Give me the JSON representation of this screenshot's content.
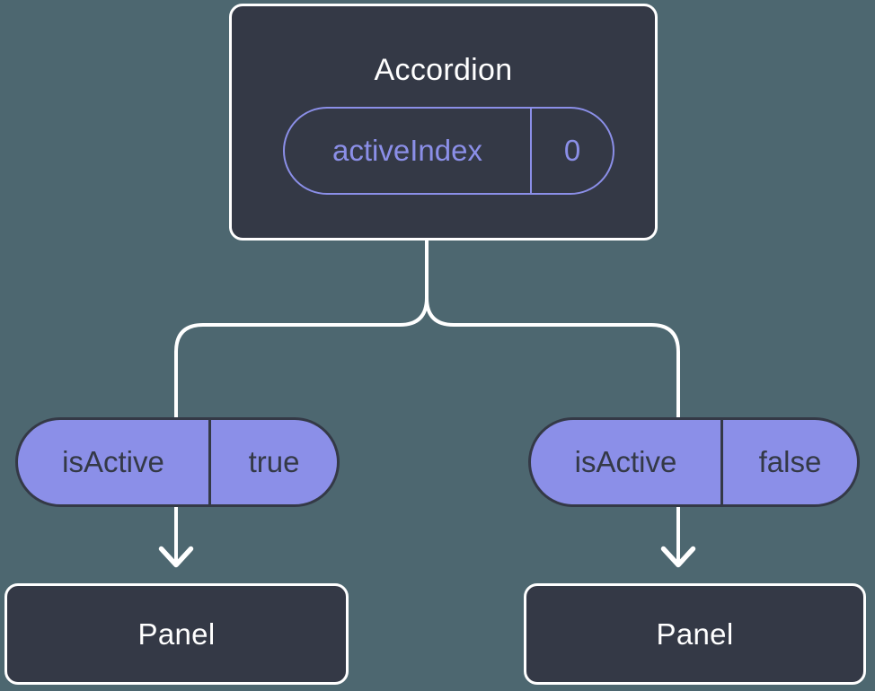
{
  "diagram": {
    "root": {
      "title": "Accordion",
      "state": {
        "name": "activeIndex",
        "value": "0"
      }
    },
    "branches": [
      {
        "prop": {
          "name": "isActive",
          "value": "true"
        },
        "child": {
          "title": "Panel"
        }
      },
      {
        "prop": {
          "name": "isActive",
          "value": "false"
        },
        "child": {
          "title": "Panel"
        }
      }
    ]
  },
  "colors": {
    "background": "#4D6770",
    "node_fill": "#343946",
    "node_border": "#FFFFFF",
    "accent_purple": "#8B8FE8",
    "pill_text_dark": "#343946",
    "connector_white": "#FFFFFF"
  }
}
